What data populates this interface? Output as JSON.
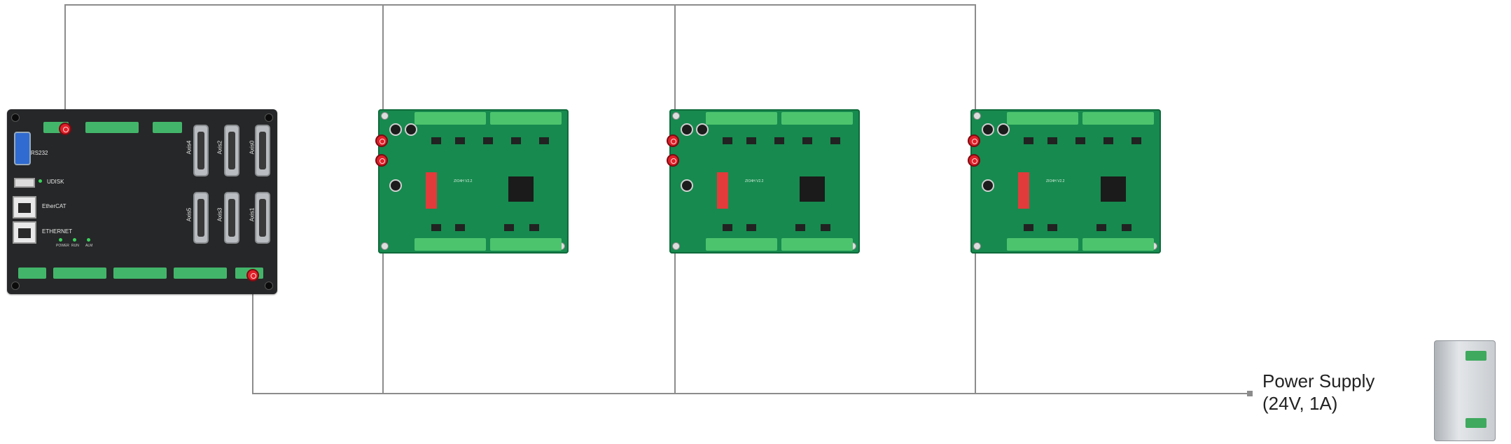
{
  "controller": {
    "labels": {
      "rs232": "RS232",
      "udisk": "UDISK",
      "ethercat": "EtherCAT",
      "ethernet": "ETHERNET",
      "axis0": "Axis0",
      "axis1": "Axis1",
      "axis2": "Axis2",
      "axis3": "Axis3",
      "axis4": "Axis4",
      "axis5": "Axis5",
      "power_led": "POWER",
      "run_led": "RUN",
      "alm_led": "ALM"
    }
  },
  "expansion_board": {
    "silkscreen_name": "ZIO4H V2.2",
    "count": 3
  },
  "power_supply": {
    "label_line1": "Power Supply",
    "label_line2": "(24V, 1A)"
  },
  "colors": {
    "wire": "#8c8c8c",
    "board": "#178a4f",
    "controller": "#262728",
    "connector": "#e0202a"
  }
}
